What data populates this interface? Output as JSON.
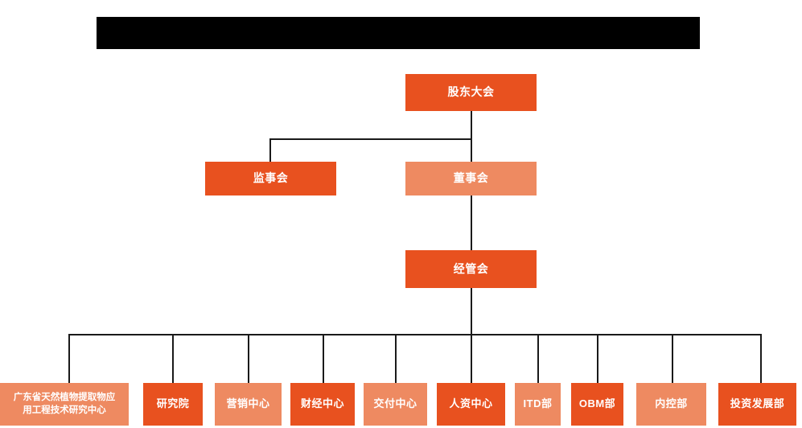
{
  "diagram": {
    "type": "org-chart",
    "title_bar": {
      "redacted": true,
      "text": ""
    },
    "colors": {
      "accent_dark": "#E8511F",
      "accent_light": "#EE8A61",
      "connector": "#1A1A1A",
      "background": "#FFFFFF",
      "title_bar": "#000000"
    },
    "nodes": {
      "shareholders": {
        "label": "股东大会",
        "tone": "dark"
      },
      "supervisors": {
        "label": "监事会",
        "tone": "dark"
      },
      "directors": {
        "label": "董事会",
        "tone": "light"
      },
      "management": {
        "label": "经管会",
        "tone": "dark"
      }
    },
    "departments": [
      {
        "label_line1": "广东省天然植物提取物应",
        "label_line2": "用工程技术研究中心",
        "tone": "light"
      },
      {
        "label": "研究院",
        "tone": "dark"
      },
      {
        "label": "营销中心",
        "tone": "light"
      },
      {
        "label": "财经中心",
        "tone": "dark"
      },
      {
        "label": "交付中心",
        "tone": "light"
      },
      {
        "label": "人资中心",
        "tone": "dark"
      },
      {
        "label": "ITD部",
        "tone": "light"
      },
      {
        "label": "OBM部",
        "tone": "dark"
      },
      {
        "label": "内控部",
        "tone": "light"
      },
      {
        "label": "投资发展部",
        "tone": "dark"
      }
    ]
  }
}
